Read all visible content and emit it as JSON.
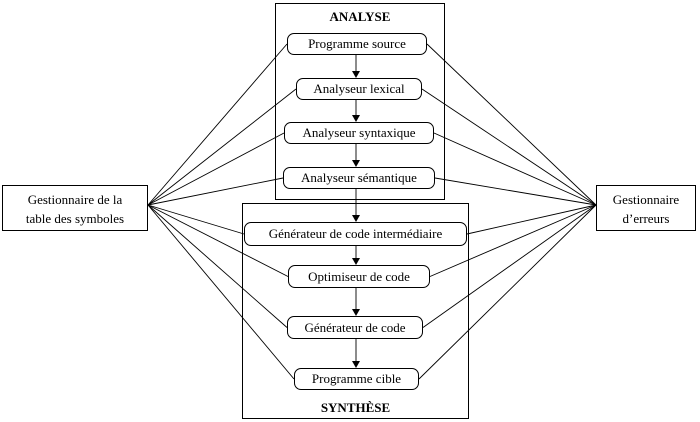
{
  "analysis": {
    "title": "ANALYSE"
  },
  "synthesis": {
    "title": "SYNTHÈSE"
  },
  "stages": [
    {
      "id": "source",
      "label": "Programme source"
    },
    {
      "id": "lexical",
      "label": "Analyseur lexical"
    },
    {
      "id": "syntax",
      "label": "Analyseur syntaxique"
    },
    {
      "id": "semantic",
      "label": "Analyseur sémantique"
    },
    {
      "id": "ir",
      "label": "Générateur de code intermédiaire"
    },
    {
      "id": "opt",
      "label": "Optimiseur de code"
    },
    {
      "id": "codegen",
      "label": "Générateur de code"
    },
    {
      "id": "target",
      "label": "Programme cible"
    }
  ],
  "symbol_table": {
    "line1": "Gestionnaire de la",
    "line2": "table des symboles"
  },
  "error_manager": {
    "line1": "Gestionnaire",
    "line2": "d’erreurs"
  }
}
